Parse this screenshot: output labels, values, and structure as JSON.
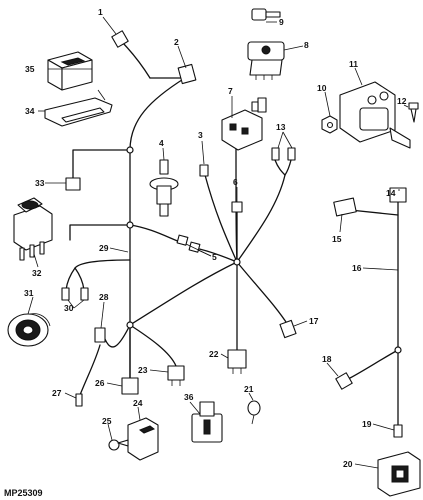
{
  "figure_code": "MP25309",
  "callouts": {
    "c1": "1",
    "c2": "2",
    "c3": "3",
    "c4": "4",
    "c5": "5",
    "c6": "6",
    "c7": "7",
    "c8": "8",
    "c9": "9",
    "c10": "10",
    "c11": "11",
    "c12": "12",
    "c13": "13",
    "c14": "14",
    "c15": "15",
    "c16": "16",
    "c17": "17",
    "c18": "18",
    "c19": "19",
    "c20": "20",
    "c21": "21",
    "c22": "22",
    "c23": "23",
    "c24": "24",
    "c25": "25",
    "c26": "26",
    "c27": "27",
    "c28": "28",
    "c29": "29",
    "c30": "30",
    "c31": "31",
    "c32": "32",
    "c33": "33",
    "c34": "34",
    "c35": "35",
    "c36": "36"
  }
}
